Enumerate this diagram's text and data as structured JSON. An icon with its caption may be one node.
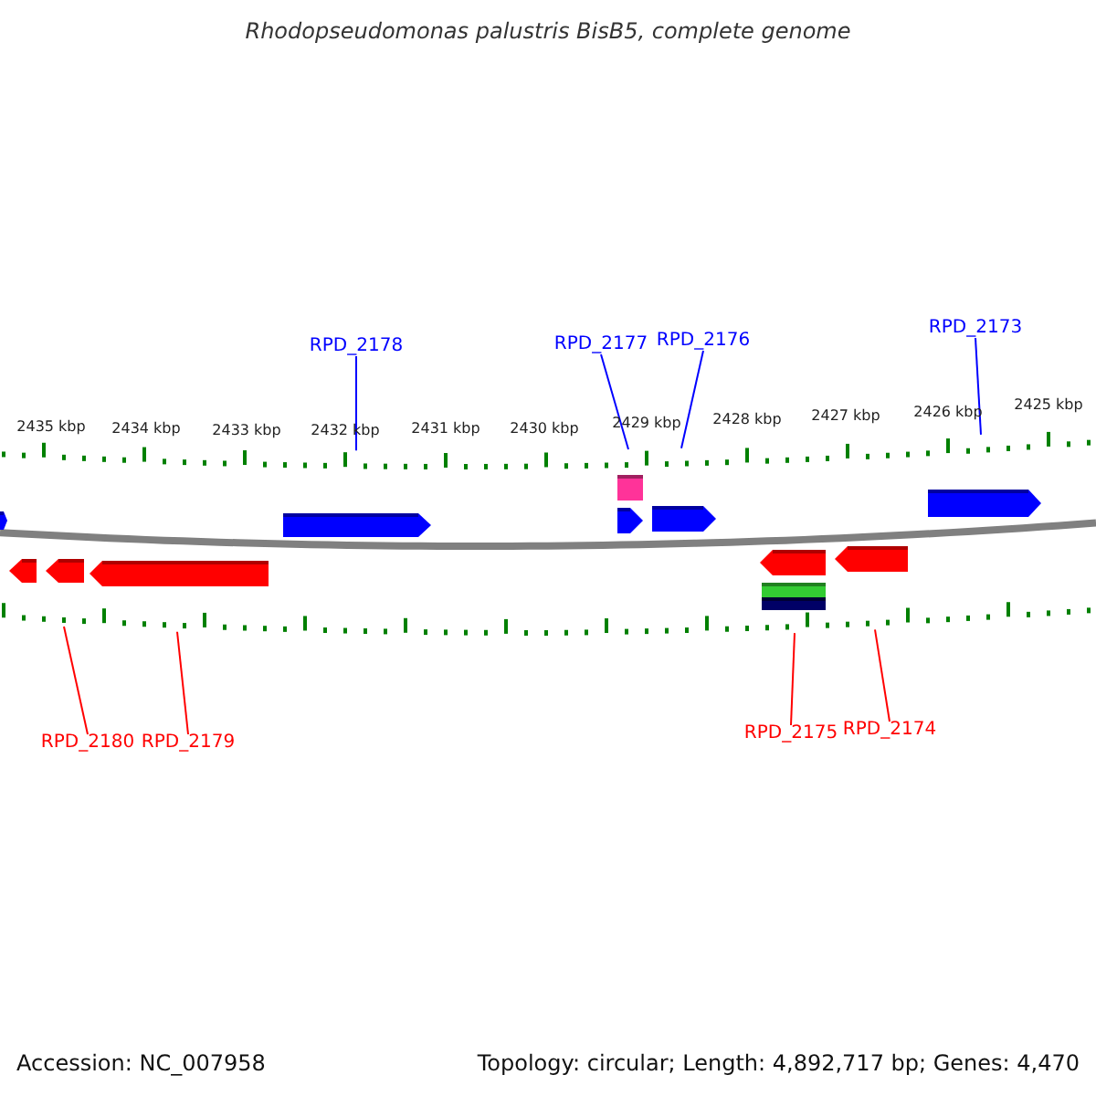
{
  "diagram": {
    "title": "Rhodopseudomonas palustris BisB5, complete genome",
    "nodes": [
      {
        "text": [
          "RPD_2178"
        ]
      },
      {
        "text": [
          "RPD_2177"
        ]
      },
      {
        "text": [
          "RPD_2176"
        ]
      },
      {
        "text": [
          "RPD_2173"
        ]
      },
      {
        "text": [
          "RPD_2180"
        ]
      },
      {
        "text": [
          "RPD_2179"
        ]
      },
      {
        "text": [
          "RPD_2175"
        ]
      },
      {
        "text": [
          "RPD_2174"
        ]
      },
      {
        "text": [],
        "shape": "bar"
      },
      {
        "text": [],
        "shape": "bar"
      }
    ],
    "edges": [
      {
        "from": 0,
        "to": 8,
        "arrow": "none",
        "color": "#0000ff"
      },
      {
        "from": 1,
        "to": 8,
        "arrow": "none",
        "color": "#0000ff"
      },
      {
        "from": 2,
        "to": 8,
        "arrow": "none",
        "color": "#0000ff"
      },
      {
        "from": 3,
        "to": 8,
        "arrow": "none",
        "color": "#0000ff"
      },
      {
        "from": 4,
        "to": 9,
        "arrow": "none",
        "color": "#ff0000"
      },
      {
        "from": 5,
        "to": 9,
        "arrow": "none",
        "color": "#ff0000"
      },
      {
        "from": 6,
        "to": 9,
        "arrow": "none",
        "color": "#ff0000"
      },
      {
        "from": 7,
        "to": 9,
        "arrow": "none",
        "color": "#ff0000"
      }
    ],
    "labels": [
      "2435 kbp",
      "2434 kbp",
      "2433 kbp",
      "2432 kbp",
      "2431 kbp",
      "2430 kbp",
      "2429 kbp",
      "2428 kbp",
      "2427 kbp",
      "2426 kbp",
      "2425 kbp",
      "Accession: NC_007958",
      "Topology: circular; Length: 4,892,717 bp; Genes: 4,470"
    ]
  }
}
